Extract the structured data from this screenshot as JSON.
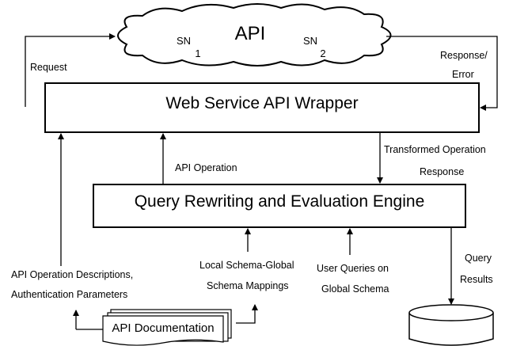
{
  "cloud": {
    "title": "API",
    "sn1": "SN",
    "sn1_num": "1",
    "sn2": "SN",
    "sn2_num": "2"
  },
  "wrapper": {
    "label": "Web Service API Wrapper"
  },
  "engine": {
    "label": "Query Rewriting and Evaluation Engine"
  },
  "labels": {
    "request": "Request",
    "response_1": "Response/",
    "response_2": "Error",
    "api_operation": "API Operation",
    "transformed_1": "Transformed Operation",
    "transformed_2": "Response",
    "descriptions_1": "API Operation Descriptions,",
    "descriptions_2": "Authentication Parameters",
    "mappings_1": "Local Schema-Global",
    "mappings_2": "Schema Mappings",
    "user_queries_1": "User Queries on",
    "user_queries_2": "Global Schema",
    "query_results_1": "Query",
    "query_results_2": "Results"
  },
  "documentation": {
    "label": "API Documentation"
  }
}
